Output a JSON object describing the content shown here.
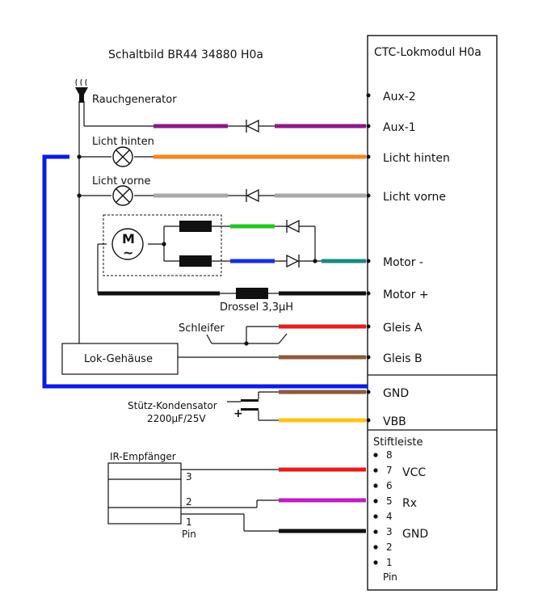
{
  "title": "Schaltbild BR44  34880  H0a",
  "module": {
    "title": "CTC-Lokmodul H0a",
    "pins": {
      "aux2": "Aux-2",
      "aux1": "Aux-1",
      "licht_hinten": "Licht hinten",
      "licht_vorne": "Licht vorne",
      "motor_minus": "Motor -",
      "motor_plus": "Motor +",
      "gleis_a": "Gleis A",
      "gleis_b": "Gleis B",
      "gnd": "GND",
      "vbb": "VBB"
    },
    "header": {
      "title": "Stiftleiste",
      "pin_numbers": [
        "8",
        "7",
        "6",
        "5",
        "4",
        "3",
        "2",
        "1"
      ],
      "pin_label": "Pin",
      "signals": {
        "vcc": "VCC",
        "rx": "Rx",
        "gnd": "GND"
      }
    }
  },
  "components": {
    "rauchgenerator": "Rauchgenerator",
    "licht_hinten": "Licht hinten",
    "licht_vorne": "Licht vorne",
    "motor_symbol": "M",
    "motor_tilde": "~",
    "drossel": "Drossel 3,3µH",
    "schleifer": "Schleifer",
    "lok_gehaeuse": "Lok-Gehäuse",
    "kondensator_name": "Stütz-Kondensator",
    "kondensator_value": "2200µF/25V",
    "kondensator_plus": "+",
    "ir_empfaenger": {
      "name": "IR-Empfänger",
      "pins": [
        "3",
        "2",
        "1"
      ],
      "pin_label": "Pin"
    }
  },
  "colors": {
    "purple": "#8b1a8b",
    "orange": "#f7861d",
    "gray": "#a8a8a8",
    "green": "#22c422",
    "blue": "#1530e0",
    "teal": "#1a8a80",
    "black": "#111111",
    "red": "#e81c1c",
    "brown": "#8e5a3a",
    "yellow": "#ffc21a",
    "magenta": "#c21cc2",
    "gnd_blue": "#0a1be6"
  }
}
